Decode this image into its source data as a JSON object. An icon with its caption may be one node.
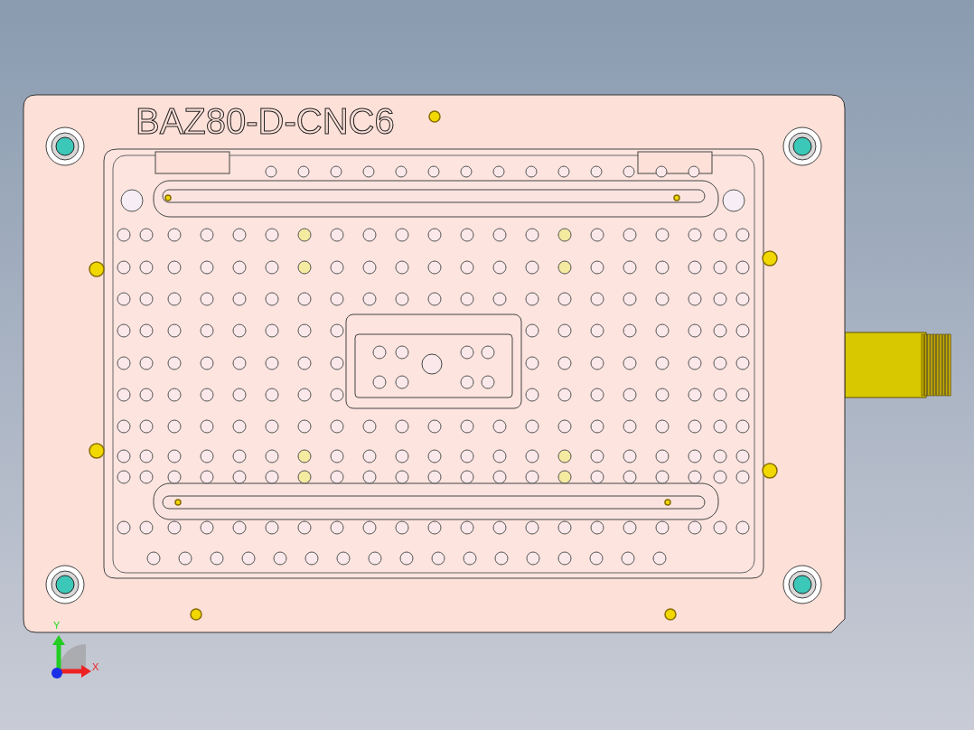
{
  "diagram": {
    "labels": [
      "BAZ80-D-CNC6",
      "Y",
      "X"
    ]
  }
}
